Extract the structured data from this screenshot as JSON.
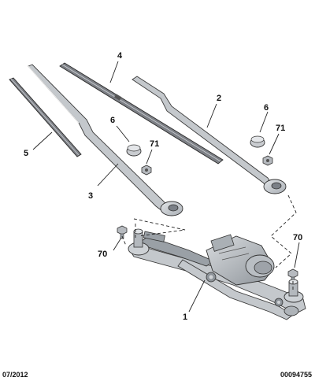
{
  "callouts": {
    "c1": "1",
    "c2": "2",
    "c3": "3",
    "c4": "4",
    "c5": "5",
    "c6a": "6",
    "c6b": "6",
    "c70a": "70",
    "c70b": "70",
    "c71a": "71",
    "c71b": "71"
  },
  "footer": {
    "date": "07/2012",
    "reference": "00094755"
  }
}
